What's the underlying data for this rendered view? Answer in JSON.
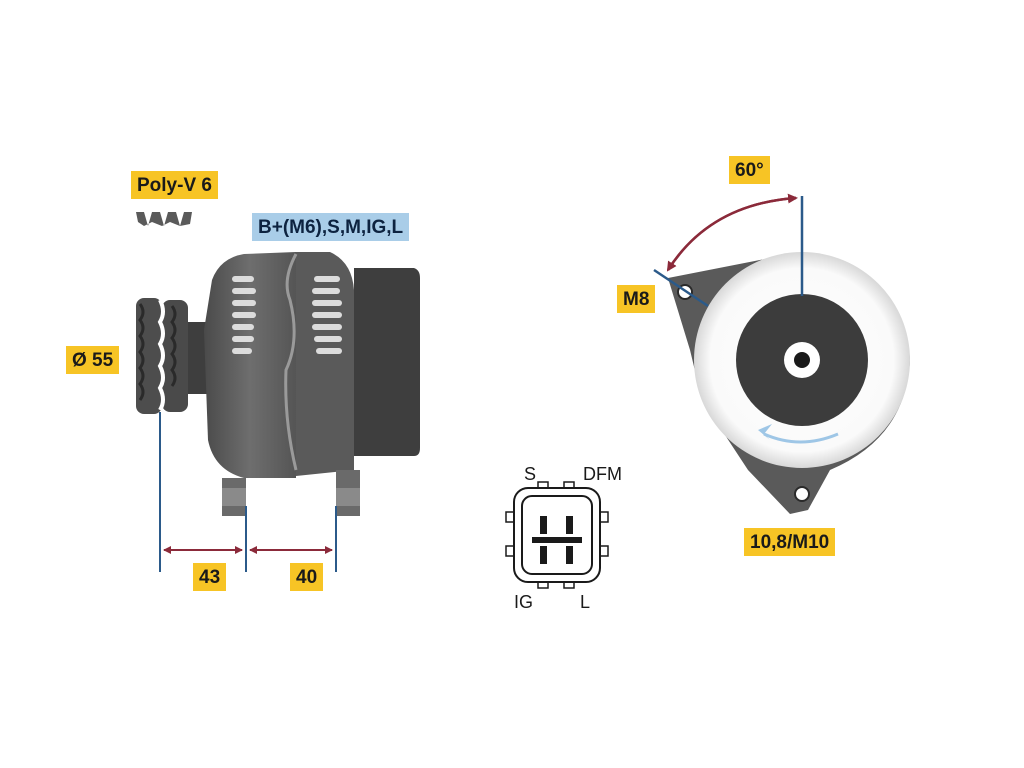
{
  "labels": {
    "poly_v": "Poly-V 6",
    "terminals": "B+(M6),S,M,IG,L",
    "pulley_diameter": "Ø 55",
    "dim_43": "43",
    "dim_40": "40",
    "angle": "60°",
    "mount_thread": "M8",
    "bolt_spec": "10,8/M10"
  },
  "connector": {
    "pins": {
      "s": "S",
      "dfm": "DFM",
      "ig": "IG",
      "l": "L"
    }
  },
  "colors": {
    "tag_yellow": "#f7c425",
    "tag_blue": "#a9cde8",
    "dimension_line": "#8b2a3a",
    "guide_line": "#2b5a8a",
    "body_grey": "#5e5e5e",
    "dark_grey": "#3c3c3c",
    "rotation_arrow": "#9ec6e6"
  },
  "icons": {
    "belt_profile": "poly-v-groove-icon",
    "rotation": "rotation-arrow-icon"
  }
}
